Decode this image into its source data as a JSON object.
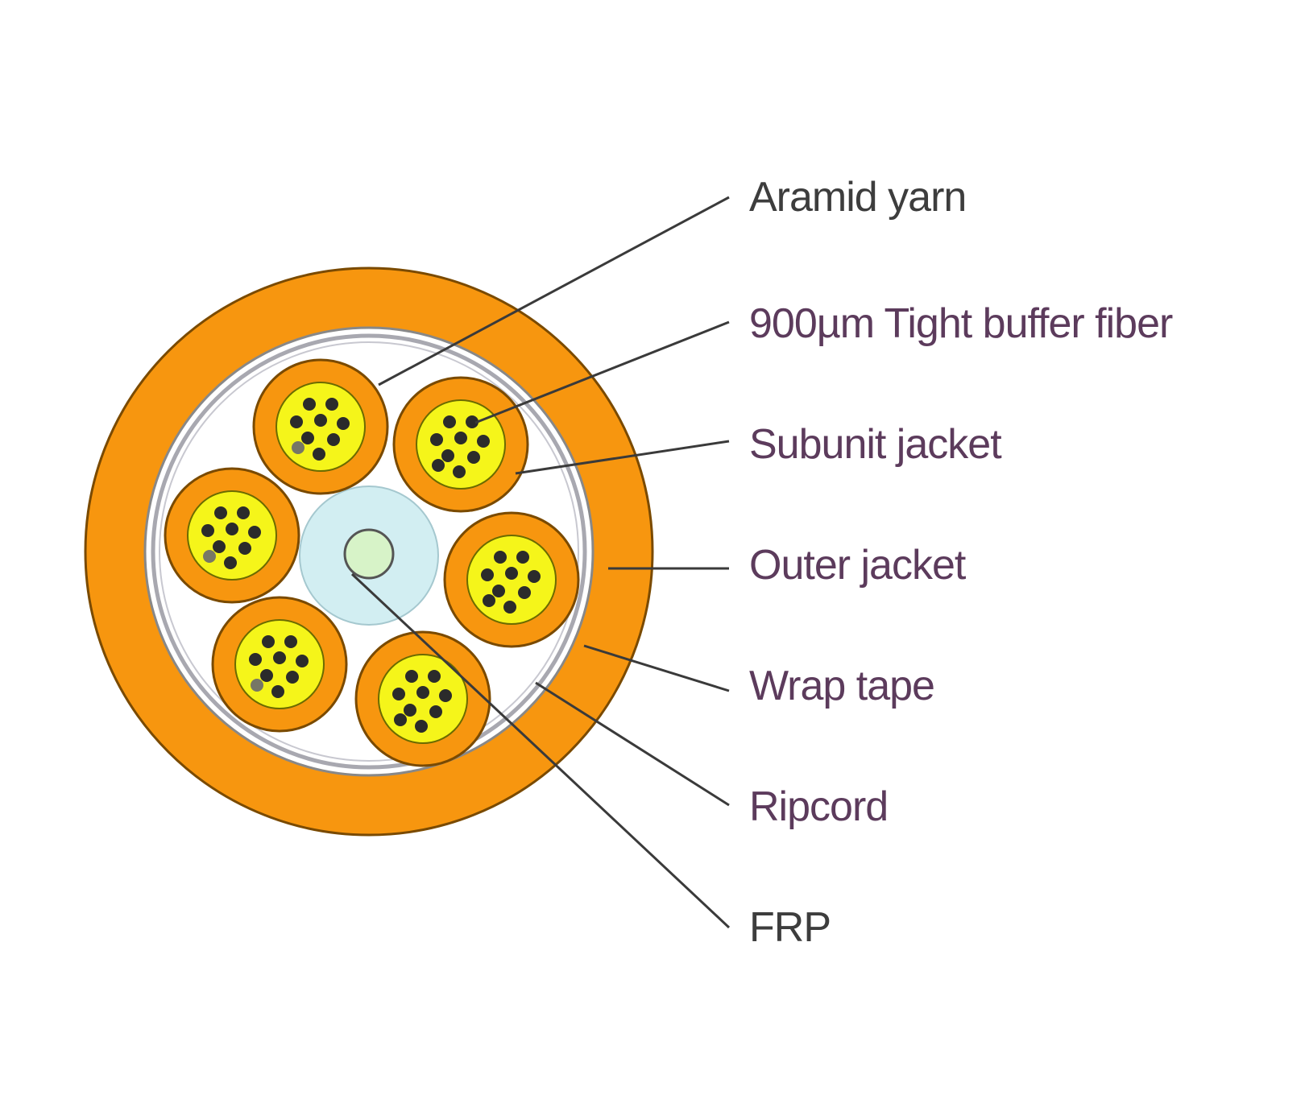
{
  "diagram": {
    "labels": [
      {
        "id": "aramid-yarn",
        "text": "Aramid yarn"
      },
      {
        "id": "tight-buffer-fiber",
        "text": "900µm Tight buffer fiber"
      },
      {
        "id": "subunit-jacket",
        "text": "Subunit jacket"
      },
      {
        "id": "outer-jacket",
        "text": "Outer jacket"
      },
      {
        "id": "wrap-tape",
        "text": "Wrap tape"
      },
      {
        "id": "ripcord",
        "text": "Ripcord"
      },
      {
        "id": "frp",
        "text": "FRP"
      }
    ]
  },
  "colors": {
    "outer_jacket": "#f7960f",
    "subunit_jacket": "#f7960f",
    "fiber_bundle": "#f5f51a",
    "fiber_dot": "#2b2b2b",
    "fiber_dot_alt": "#777766",
    "frp_outer": "#d2eef2",
    "frp_core": "#d7f3c8",
    "wrap_tape": "#a8a8b0",
    "leader_line": "#3a3a3a",
    "label_dark": "#3d3d3d",
    "label_purple": "#5c3b5c"
  }
}
